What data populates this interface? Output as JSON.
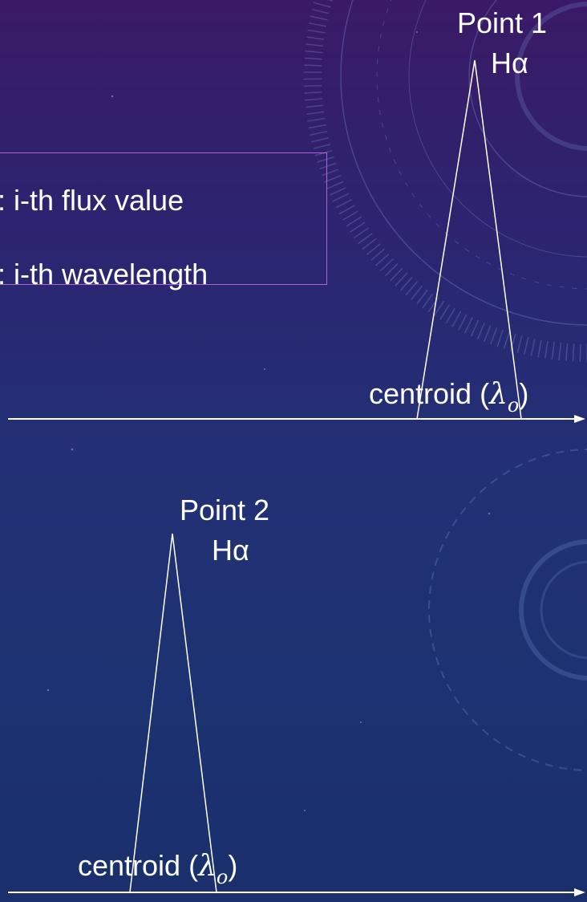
{
  "legend": {
    "line1": ": i-th flux value",
    "line2": ": i-th wavelength"
  },
  "panels": [
    {
      "point_label": "Point 1",
      "line_label": "Hα",
      "centroid_text": "centroid (",
      "lambda_symbol": "λ",
      "lambda_subscript": "o",
      "close_paren": ")"
    },
    {
      "point_label": "Point 2",
      "line_label": "Hα",
      "centroid_text": "centroid (",
      "lambda_symbol": "λ",
      "lambda_subscript": "o",
      "close_paren": ")"
    }
  ],
  "colors": {
    "background_top": "#3a1a66",
    "background_bottom": "#1a2f6c",
    "legend_border": "#b561d6",
    "lines": "#ffffff"
  }
}
